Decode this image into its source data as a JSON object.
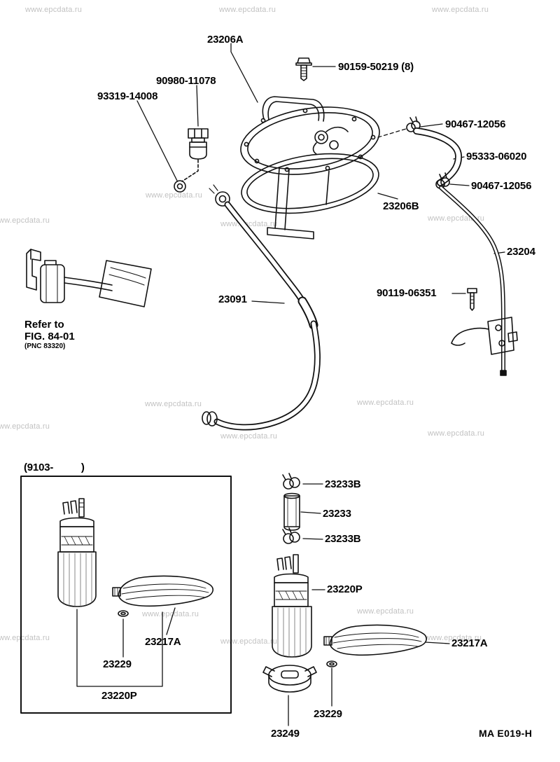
{
  "watermark": {
    "text": "www.epcdata.ru",
    "color": "#c2c2c2"
  },
  "footer": {
    "code": "MA E019-H"
  },
  "notes": {
    "refer_line1": "Refer to",
    "refer_line2": "FIG. 84-01",
    "refer_line3": "(PNC 83320)",
    "variant_caption": "(9103-          )"
  },
  "callouts": [
    {
      "part": "23206A",
      "text": "23206A"
    },
    {
      "part": "90980-11078",
      "text": "90980-11078"
    },
    {
      "part": "93319-14008",
      "text": "93319-14008"
    },
    {
      "part": "90159-50219",
      "text": "90159-50219 (8)"
    },
    {
      "part": "90467-12056",
      "text": "90467-12056"
    },
    {
      "part": "95333-06020",
      "text": "95333-06020"
    },
    {
      "part": "90467-12056",
      "text": "90467-12056"
    },
    {
      "part": "23206B",
      "text": "23206B"
    },
    {
      "part": "23204",
      "text": "23204"
    },
    {
      "part": "90119-06351",
      "text": "90119-06351"
    },
    {
      "part": "23091",
      "text": "23091"
    },
    {
      "part": "23233B",
      "text": "23233B"
    },
    {
      "part": "23233",
      "text": "23233"
    },
    {
      "part": "23233B",
      "text": "23233B"
    },
    {
      "part": "23220P",
      "text": "23220P"
    },
    {
      "part": "23217A",
      "text": "23217A"
    },
    {
      "part": "23217A",
      "text": "23217A"
    },
    {
      "part": "23229",
      "text": "23229"
    },
    {
      "part": "23220P",
      "text": "23220P"
    },
    {
      "part": "23229",
      "text": "23229"
    },
    {
      "part": "23249",
      "text": "23249"
    }
  ]
}
